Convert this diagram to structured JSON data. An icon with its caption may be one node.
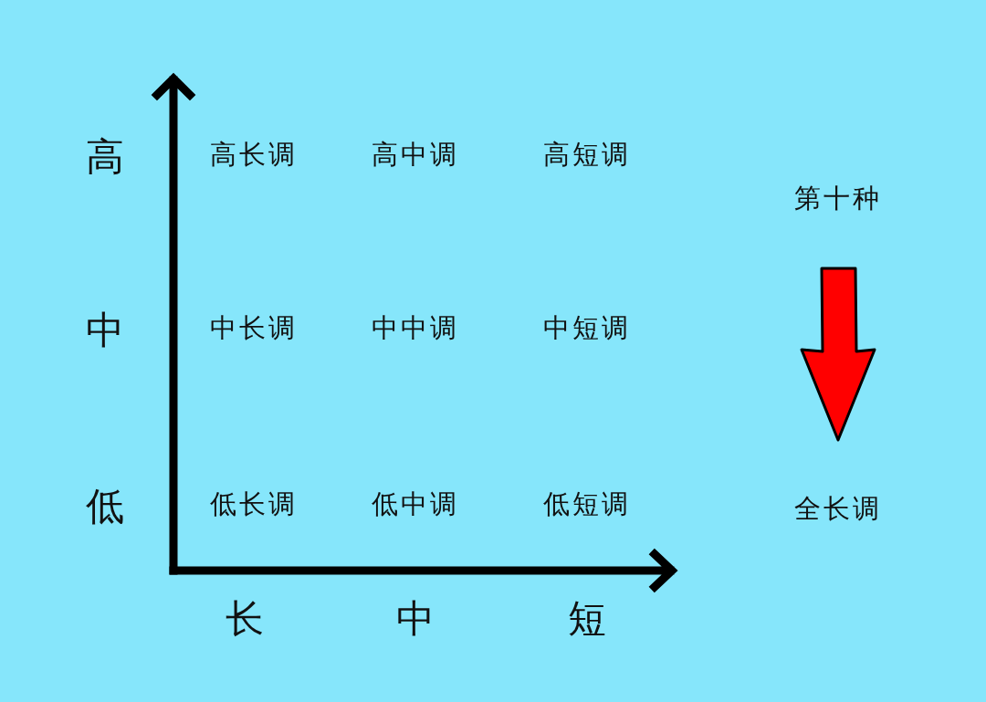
{
  "diagram": {
    "nodes": [
      {
        "text": [
          "第十种"
        ]
      },
      {
        "text": [
          "全长调"
        ]
      }
    ],
    "edges": [
      {
        "from": 0,
        "to": 1,
        "arrow": "to"
      }
    ],
    "labels": [
      "高",
      "高长调",
      "高中调",
      "高短调",
      "中",
      "中长调",
      "中中调",
      "中短调",
      "低",
      "低长调",
      "低中调",
      "低短调",
      "长",
      "中",
      "短"
    ]
  }
}
